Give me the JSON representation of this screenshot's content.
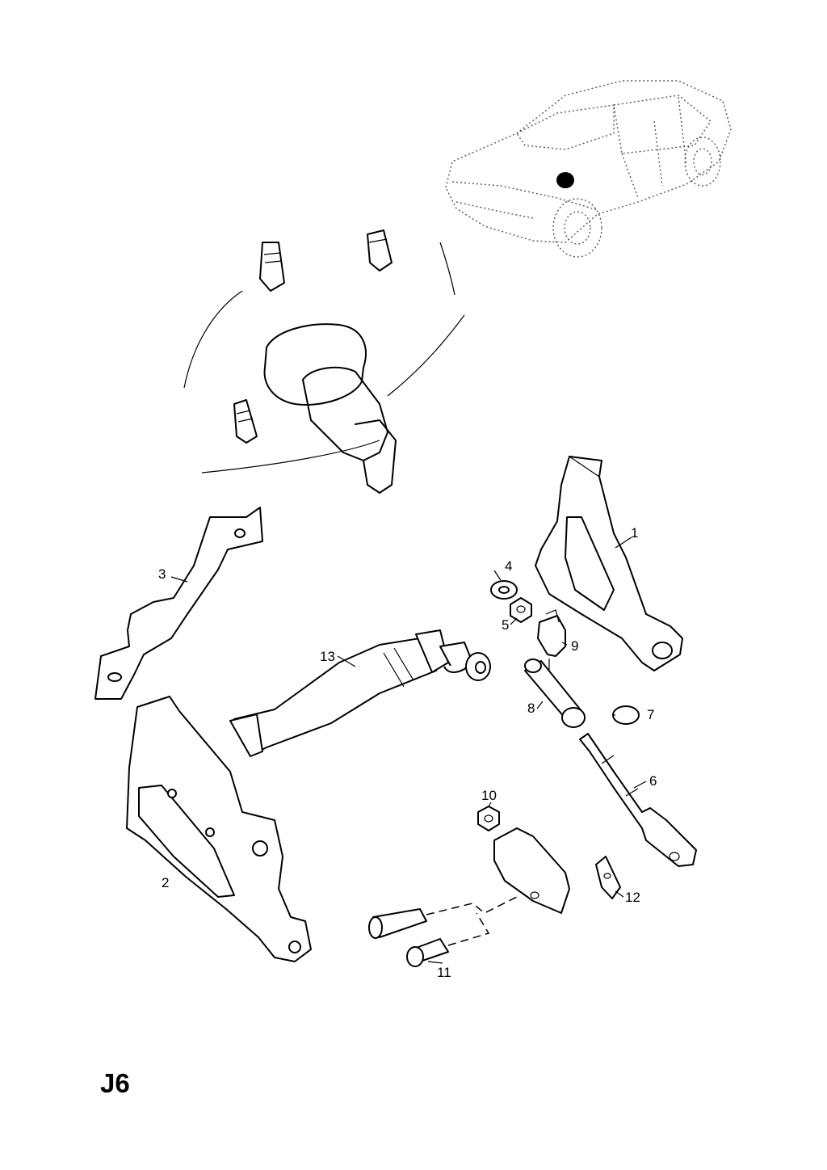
{
  "page": {
    "code": "J6"
  },
  "callouts": [
    {
      "id": "callout-1",
      "text": "1"
    },
    {
      "id": "callout-2",
      "text": "2"
    },
    {
      "id": "callout-3",
      "text": "3"
    },
    {
      "id": "callout-4",
      "text": "4"
    },
    {
      "id": "callout-5",
      "text": "5"
    },
    {
      "id": "callout-6",
      "text": "6"
    },
    {
      "id": "callout-7",
      "text": "7"
    },
    {
      "id": "callout-8",
      "text": "8"
    },
    {
      "id": "callout-9",
      "text": "9"
    },
    {
      "id": "callout-10",
      "text": "10"
    },
    {
      "id": "callout-11",
      "text": "11"
    },
    {
      "id": "callout-12",
      "text": "12"
    },
    {
      "id": "callout-13",
      "text": "13"
    }
  ]
}
